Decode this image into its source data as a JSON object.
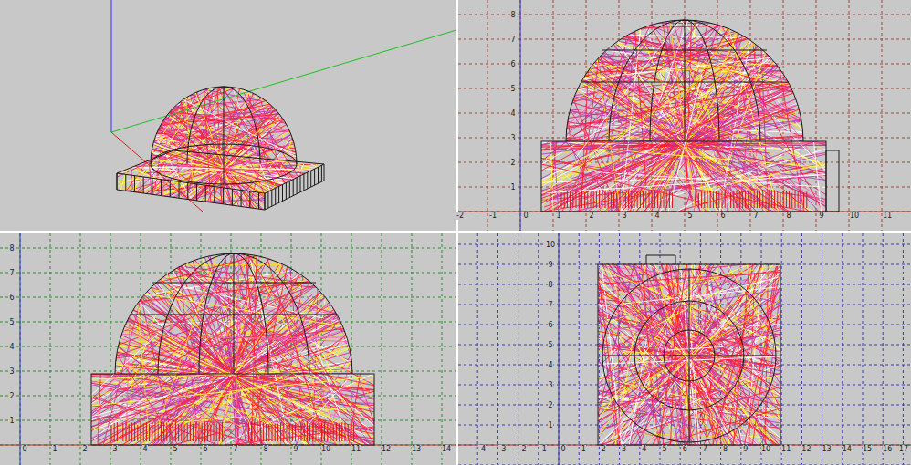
{
  "diagram": {
    "labels": [
      "-2",
      "-1",
      "0",
      "1",
      "2",
      "3",
      "4",
      "5",
      "6",
      "7",
      "8",
      "9",
      "10",
      "11",
      "1",
      "2",
      "3",
      "4",
      "5",
      "6",
      "7",
      "8",
      "0",
      "1",
      "2",
      "3",
      "4",
      "5",
      "6",
      "7",
      "8",
      "9",
      "10",
      "11",
      "12",
      "13",
      "14",
      "1",
      "2",
      "3",
      "4",
      "5",
      "6",
      "7",
      "8",
      "-4",
      "-3",
      "-2",
      "-1",
      "0",
      "1",
      "2",
      "3",
      "4",
      "5",
      "6",
      "7",
      "8",
      "9",
      "10",
      "11",
      "12",
      "13",
      "14",
      "15",
      "16",
      "17",
      "1",
      "2",
      "3",
      "4",
      "5",
      "6",
      "7",
      "8",
      "9",
      "10"
    ]
  }
}
